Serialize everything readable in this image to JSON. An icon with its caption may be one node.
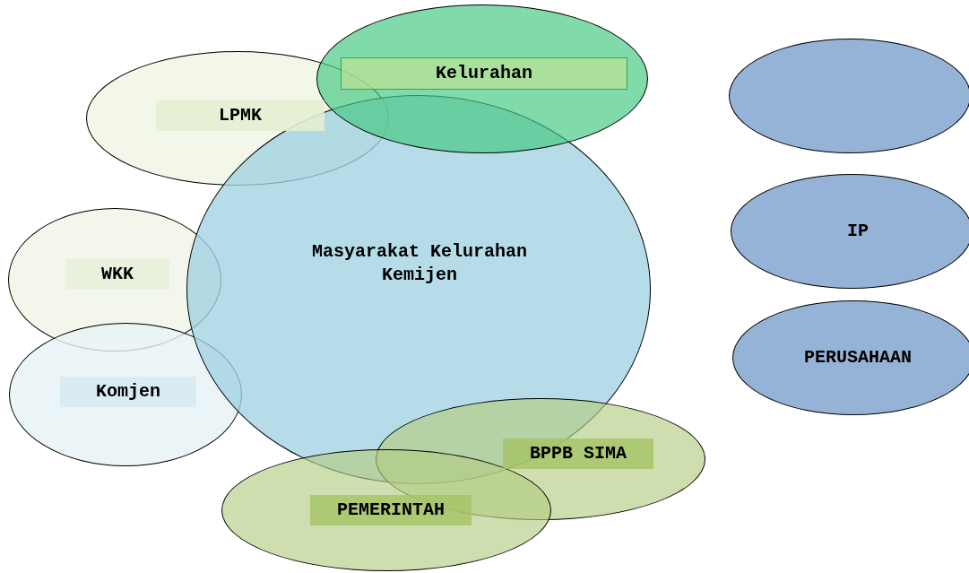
{
  "diagram": {
    "nodes": [
      {
        "text": [
          "Kelurahan"
        ]
      },
      {
        "text": [
          "LPMK"
        ]
      },
      {
        "text": [],
        "shape": "ellipse"
      },
      {
        "text": [
          "IP"
        ]
      },
      {
        "text": [
          "WKK"
        ]
      },
      {
        "text": [
          "Masyarakat Kelurahan Kemijen"
        ]
      },
      {
        "text": [
          "PERUSAHAAN"
        ]
      },
      {
        "text": [
          "Komjen"
        ]
      },
      {
        "text": [
          "BPPB SIMA"
        ]
      },
      {
        "text": [
          "PEMERINTAH"
        ]
      }
    ]
  }
}
